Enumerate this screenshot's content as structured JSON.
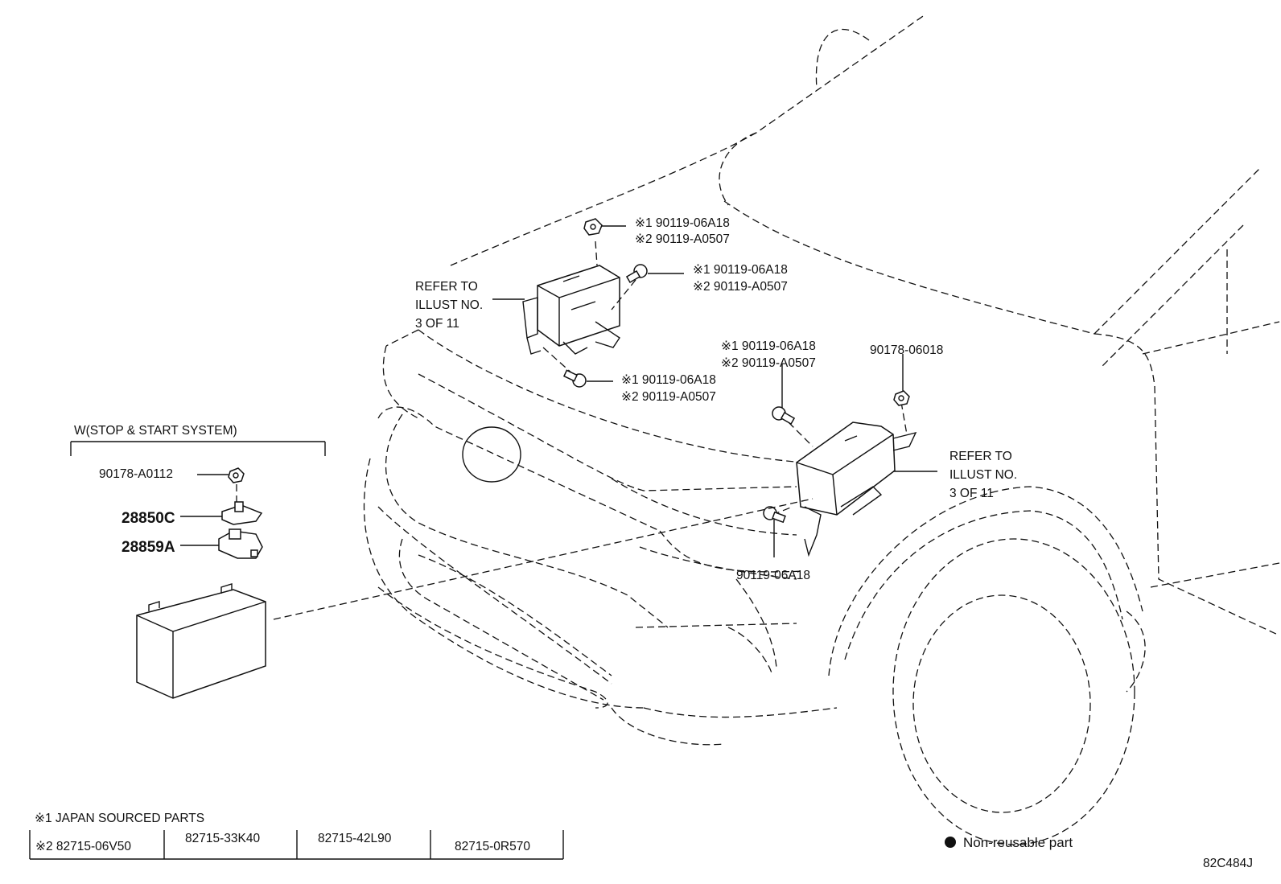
{
  "diagram_id": "82C484J",
  "legend": {
    "non_reusable": "Non-reusable part"
  },
  "variant_box": {
    "title": "W(STOP & START SYSTEM)",
    "parts": {
      "nut": "90178-A0112",
      "sensor": "28850C",
      "bracket": "28859A"
    }
  },
  "callouts": {
    "relay_top_bolt": [
      "※1 90119-06A18",
      "※2 90119-A0507"
    ],
    "relay_right_bolt": [
      "※1 90119-06A18",
      "※2 90119-A0507"
    ],
    "relay_bottom_bolt": [
      "※1 90119-06A18",
      "※2 90119-A0507"
    ],
    "relay_refer": [
      "REFER TO",
      "ILLUST NO.",
      "3 OF 11"
    ],
    "fusebox_top_bolt": [
      "※1 90119-06A18",
      "※2 90119-A0507"
    ],
    "fusebox_nut": "90178-06018",
    "fusebox_refer": [
      "REFER TO",
      "ILLUST NO.",
      "3 OF 11"
    ],
    "fusebox_bottom_bolt": "90119-06A18"
  },
  "notes": {
    "japan_sourced": "※1 JAPAN SOURCED PARTS",
    "table_row": [
      "※2 82715-06V50",
      "82715-33K40",
      "82715-42L90",
      "82715-0R570"
    ]
  }
}
